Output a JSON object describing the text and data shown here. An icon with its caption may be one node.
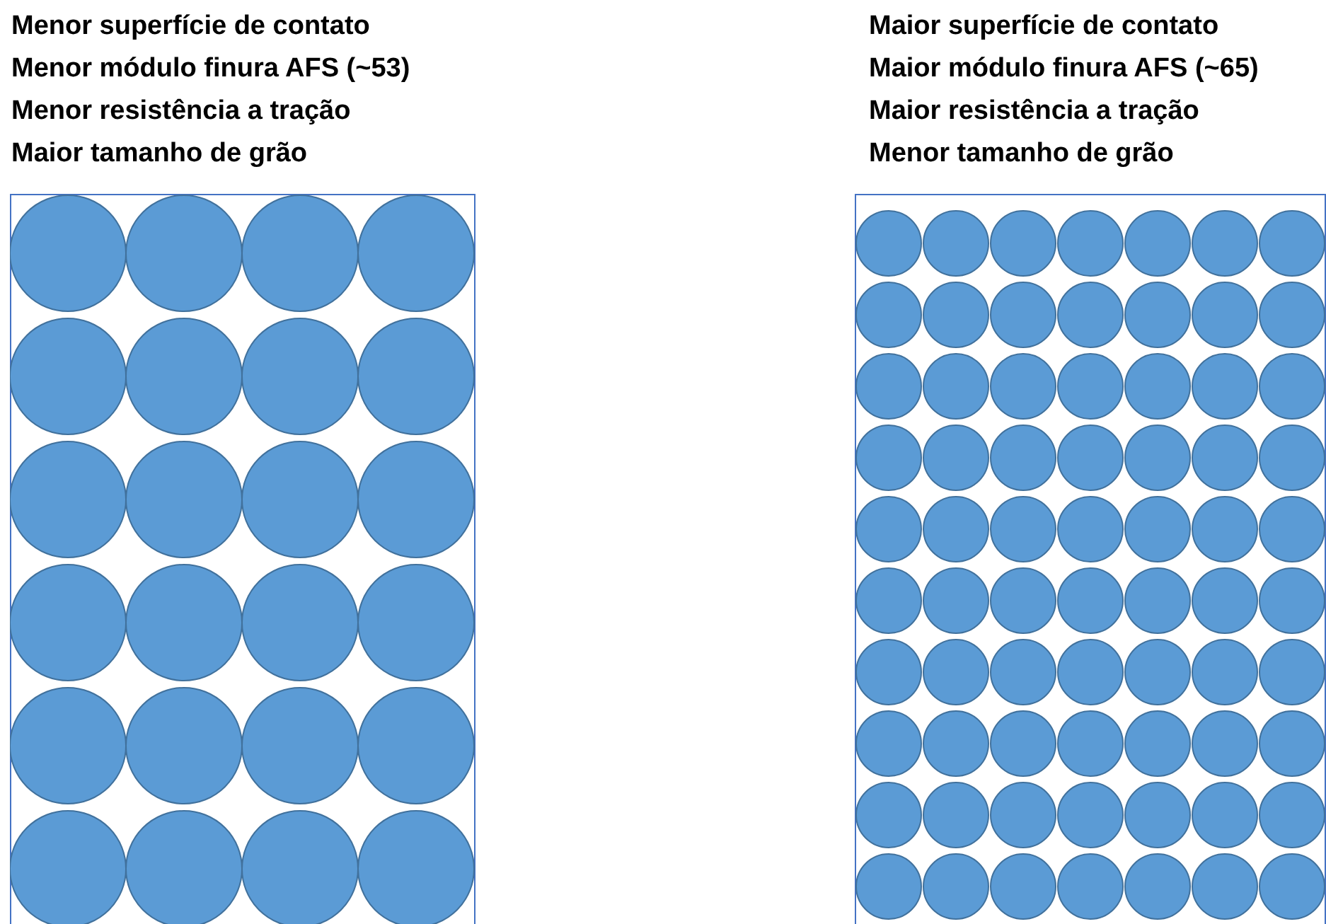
{
  "diagram": {
    "labels": [
      "Menor superfície de contato",
      "Menor módulo finura AFS (~53)",
      "Menor resistência a tração",
      "Maior tamanho de grão",
      "Maior superfície de contato",
      "Maior módulo finura AFS (~65)",
      "Maior resistência a tração",
      "Menor tamanho de grão"
    ]
  }
}
